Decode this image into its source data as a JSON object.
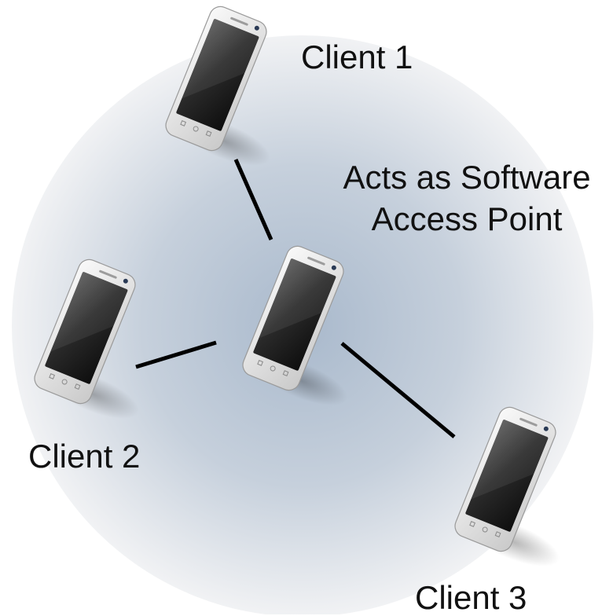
{
  "diagram": {
    "access_point": {
      "label_line1": "Acts as Software",
      "label_line2": "Access Point"
    },
    "clients": [
      {
        "label": "Client 1"
      },
      {
        "label": "Client 2"
      },
      {
        "label": "Client 3"
      }
    ],
    "colors": {
      "range_center": "#a9b9cc",
      "range_edge": "#f1f2f4",
      "link_line": "#000000",
      "phone_body": "#e8e8e8",
      "phone_screen": "#1c1c1c",
      "label_text": "#111111"
    },
    "icons": [
      "smartphone-icon"
    ]
  }
}
